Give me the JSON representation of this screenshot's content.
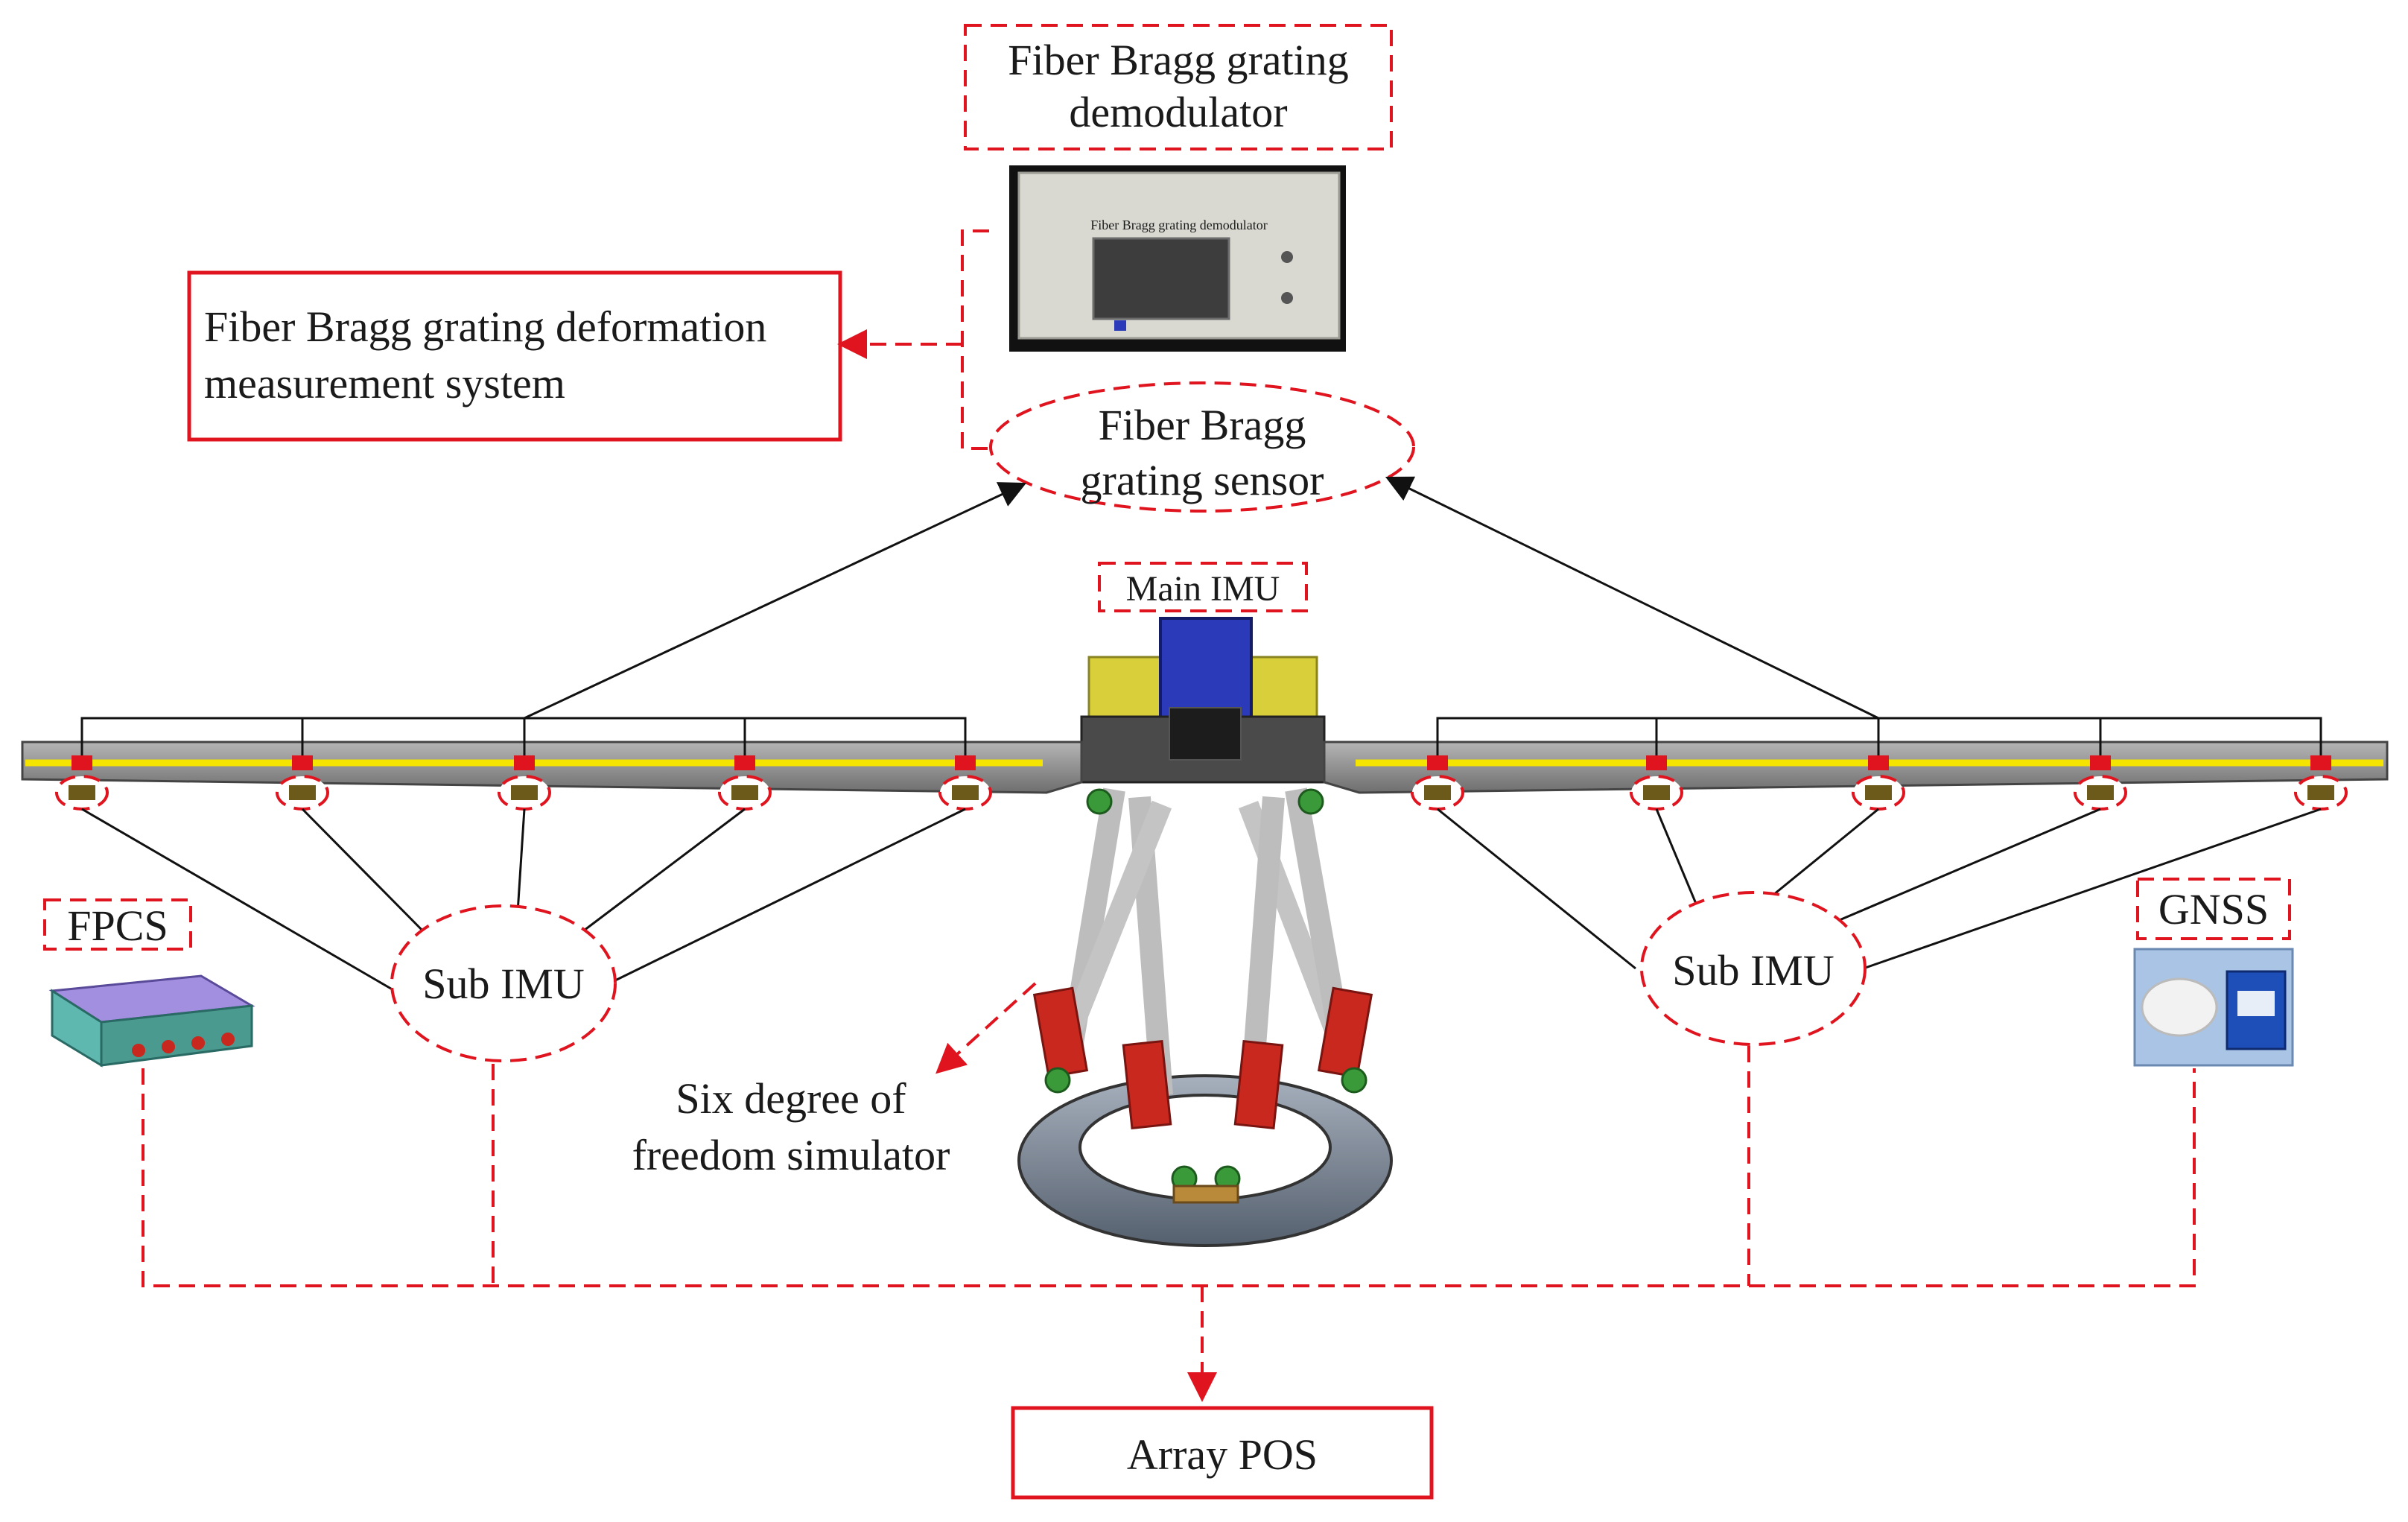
{
  "labels": {
    "demodulator_line1": "Fiber Bragg grating",
    "demodulator_line2": "demodulator",
    "device_screen_caption": "Fiber Bragg grating demodulator",
    "deformation_line1": "Fiber Bragg grating deformation",
    "deformation_line2": "measurement system",
    "sensor_line1": "Fiber Bragg",
    "sensor_line2": "grating sensor",
    "main_imu": "Main IMU",
    "sub_imu_left": "Sub IMU",
    "sub_imu_right": "Sub IMU",
    "fpcs": "FPCS",
    "gnss": "GNSS",
    "simulator_line1": "Six degree of",
    "simulator_line2": "freedom simulator",
    "array_pos": "Array POS"
  },
  "colors": {
    "accent_red": "#e0141e",
    "fiber_yellow": "#f4e400",
    "beam_gray": "#8a8a8a",
    "imu_blue": "#2a3ab8",
    "mount_yellow": "#d8cf3a",
    "actuator_red": "#c8281e",
    "fpcs_teal": "#5fb8b0",
    "fpcs_purple": "#a38fe0"
  }
}
